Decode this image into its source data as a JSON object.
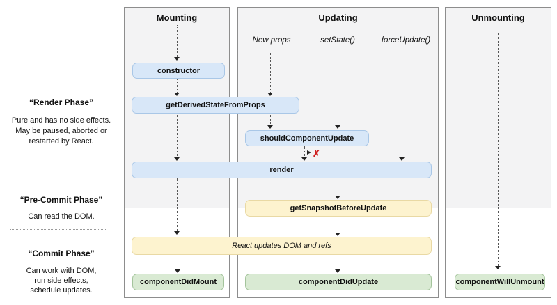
{
  "columns": [
    {
      "title": "Mounting"
    },
    {
      "title": "Updating"
    },
    {
      "title": "Unmounting"
    }
  ],
  "left_phases": [
    {
      "title": "“Render Phase”",
      "lines": [
        "Pure and has no side effects.",
        "May be paused, aborted or",
        "restarted by React."
      ]
    },
    {
      "title": "“Pre-Commit Phase”",
      "lines": [
        "Can read the DOM."
      ]
    },
    {
      "title": "“Commit Phase”",
      "lines": [
        "Can work with DOM,",
        "run side effects,",
        "schedule updates."
      ]
    }
  ],
  "triggers": [
    {
      "label": "New props"
    },
    {
      "label": "setState()"
    },
    {
      "label": "forceUpdate()"
    }
  ],
  "nodes": {
    "constructor": "constructor",
    "getDerivedStateFromProps": "getDerivedStateFromProps",
    "shouldComponentUpdate": "shouldComponentUpdate",
    "render": "render",
    "getSnapshotBeforeUpdate": "getSnapshotBeforeUpdate",
    "reactUpdates": "React updates DOM and refs",
    "componentDidMount": "componentDidMount",
    "componentDidUpdate": "componentDidUpdate",
    "componentWillUnmount": "componentWillUnmount"
  },
  "marks": {
    "cancel": "✗"
  },
  "colors": {
    "lifecycle-blue": "#d8e7f8",
    "lifecycle-blue-border": "#a9c7e7",
    "sideeffect-yellow": "#fdf3cf",
    "sideeffect-yellow-border": "#e9d9a4",
    "commit-green": "#d9ead3",
    "commit-green-border": "#a4c49c",
    "cancel-red": "#d01f1f"
  }
}
